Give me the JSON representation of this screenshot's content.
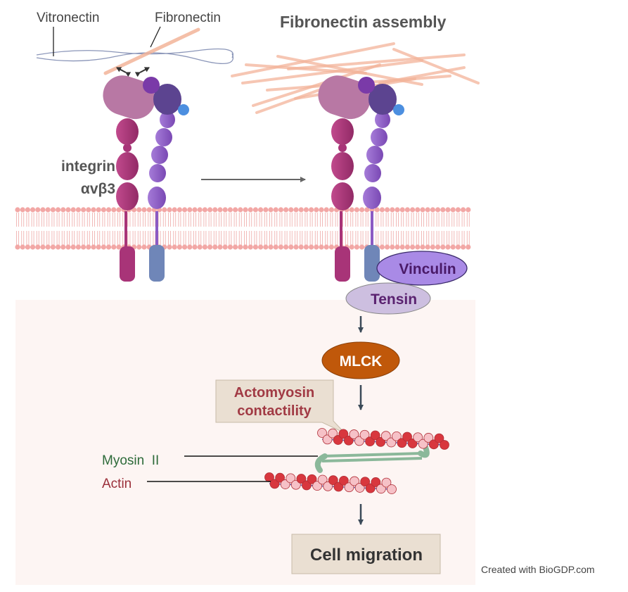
{
  "labels": {
    "vitronectin": "Vitronectin",
    "fibronectin": "Fibronectin",
    "fibronectin_assembly": "Fibronectin assembly",
    "integrin_line1": "integrin",
    "integrin_line2": "αvβ3",
    "vinculin": "Vinculin",
    "tensin": "Tensin",
    "mlck": "MLCK",
    "actomyosin_line1": "Actomyosin",
    "actomyosin_line2": "contactility",
    "myosin": "Myosin  II",
    "actin": "Actin",
    "cell_migration": "Cell migration",
    "credit": "Created with BioGDP.com"
  },
  "colors": {
    "membrane_head": "#f2a7a5",
    "membrane_tail": "#f1b9b7",
    "alpha_subunit": "#a83478",
    "beta_subunit": "#8b5ac4",
    "beta_dark": "#5c4490",
    "headpiece": "#b878a4",
    "tm_beta": "#6f86b8",
    "vinculin_fill": "#a98ae6",
    "tensin_fill": "#cdbfe0",
    "mlck_fill": "#c0580a",
    "label_box": "#eadfd2",
    "fibronectin_fiber": "#f3b49a",
    "actin_dark": "#d8373e",
    "actin_light": "#f6c1c7",
    "myosin_green": "#8bb89a",
    "cytoplasm_bg": "#fdf5f3",
    "arrow": "#3b4a58",
    "protein_text": "#5a2270",
    "actomyosin_text": "#a13a44",
    "myosin_text": "#2e6b3a",
    "actin_text": "#9b2f3a"
  }
}
